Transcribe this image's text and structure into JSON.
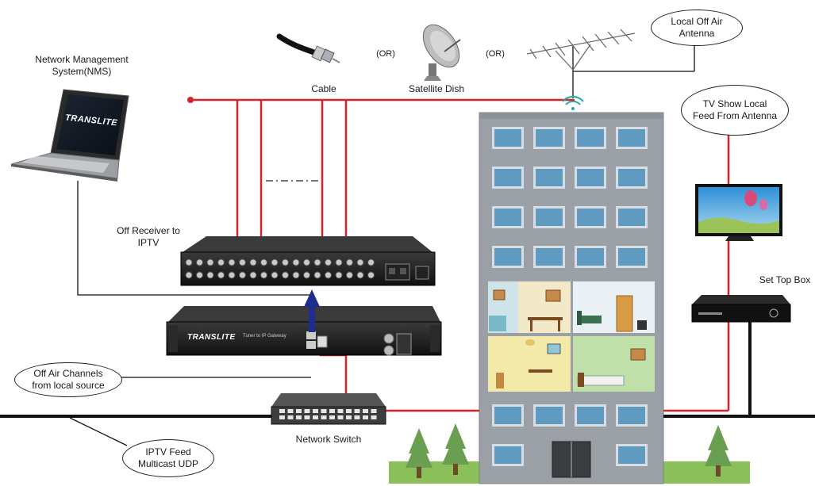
{
  "labels": {
    "nms_line1": "Network Management",
    "nms_line2": "System(NMS)",
    "cable": "Cable",
    "satellite": "Satellite Dish",
    "or1": "(OR)",
    "or2": "(OR)",
    "receiver_line1": "Off Receiver to",
    "receiver_line2": "IPTV",
    "switch": "Network Switch",
    "set_top_box": "Set Top Box"
  },
  "bubbles": {
    "antenna_line1": "Local Off Air",
    "antenna_line2": "Antenna",
    "tv_line1": "TV Show Local",
    "tv_line2": "Feed From Antenna",
    "offair_line1": "Off Air Channels",
    "offair_line2": "from local source",
    "iptv_line1": "IPTV Feed",
    "iptv_line2": "Multicast UDP"
  },
  "brand": {
    "logo_text": "TRANSLITE",
    "gateway_caption": "Tuner to IP Gateway"
  },
  "colors": {
    "signal_line": "#d9232a",
    "network_line": "#111111",
    "uplink_arrow": "#1f2e8c",
    "building": "#9aa0a6",
    "window": "#5f9bc0",
    "tree": "#6a9f52",
    "grass": "#8bbf5a"
  }
}
